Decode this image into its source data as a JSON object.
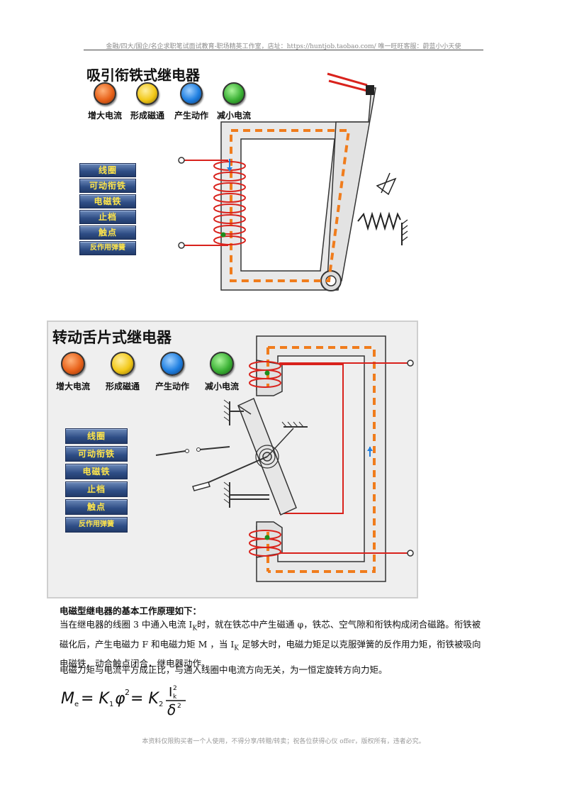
{
  "header": {
    "text": "金融/四大/国企/名企求职笔试面试教育-职场精英工作室，店址：https://huntjob.taobao.com/  唯一旺旺客服：蔚蓝小小天使"
  },
  "relay_top": {
    "title": "吸引衔铁式继电器",
    "indicators": [
      {
        "label": "增大电流",
        "color": "#e8621a"
      },
      {
        "label": "形成磁通",
        "color": "#f2c818"
      },
      {
        "label": "产生动作",
        "color": "#1f7fe0"
      },
      {
        "label": "减小电流",
        "color": "#3cb236"
      }
    ],
    "buttons": [
      "线圈",
      "可动衔铁",
      "电磁铁",
      "止档",
      "触点",
      "反作用弹簧"
    ]
  },
  "relay_bottom": {
    "title": "转动舌片式继电器",
    "indicators": [
      {
        "label": "增大电流",
        "color": "#e8621a"
      },
      {
        "label": "形成磁通",
        "color": "#f2c818"
      },
      {
        "label": "产生动作",
        "color": "#1f7fe0"
      },
      {
        "label": "减小电流",
        "color": "#3cb236"
      }
    ],
    "buttons": [
      "线圈",
      "可动衔铁",
      "电磁铁",
      "止档",
      "触点",
      "反作用弹簧"
    ]
  },
  "colors": {
    "coil": "#d9221c",
    "flux": "#f07c1c",
    "core_fill": "#e9e9e9",
    "button_text": "#ffe54a"
  },
  "text": {
    "section_title": "电磁型继电器的基本工作原理如下：",
    "para1_a": "当在继电器的线圈 3 中通入电流 I",
    "para1_sub": "K",
    "para1_b": "时，就在铁芯中产生磁通 φ，铁芯、空气隙和衔铁构成闭合磁路。衔铁被磁化后，产生电磁力 F 和电磁力矩 M ，当 I",
    "para1_sub2": "K",
    "para1_c": " 足够大时，电磁力矩足以克服弹簧的反作用力矩，衔铁被吸向电磁铁，动合触点闭合，继电器动作。",
    "para2": "电磁力矩与电流平方成正比，与通入线圈中电流方向无关，为一恒定旋转方向力矩。"
  },
  "formula": {
    "lhs": "M",
    "lhs_sub": "e",
    "eq1": "= K",
    "k1_sub": "1",
    "phi": "φ",
    "sq": "2",
    "eq2": "= K",
    "k2_sub": "2",
    "num": "I",
    "num_sup": "2",
    "num_sub": "k",
    "den": "δ",
    "den_sup": "2"
  },
  "footer": {
    "text": "本资料仅限购买者一个人使用，不得分享/转赠/转卖；祝各位获得心仪 offer，版权所有，违者必究。"
  }
}
